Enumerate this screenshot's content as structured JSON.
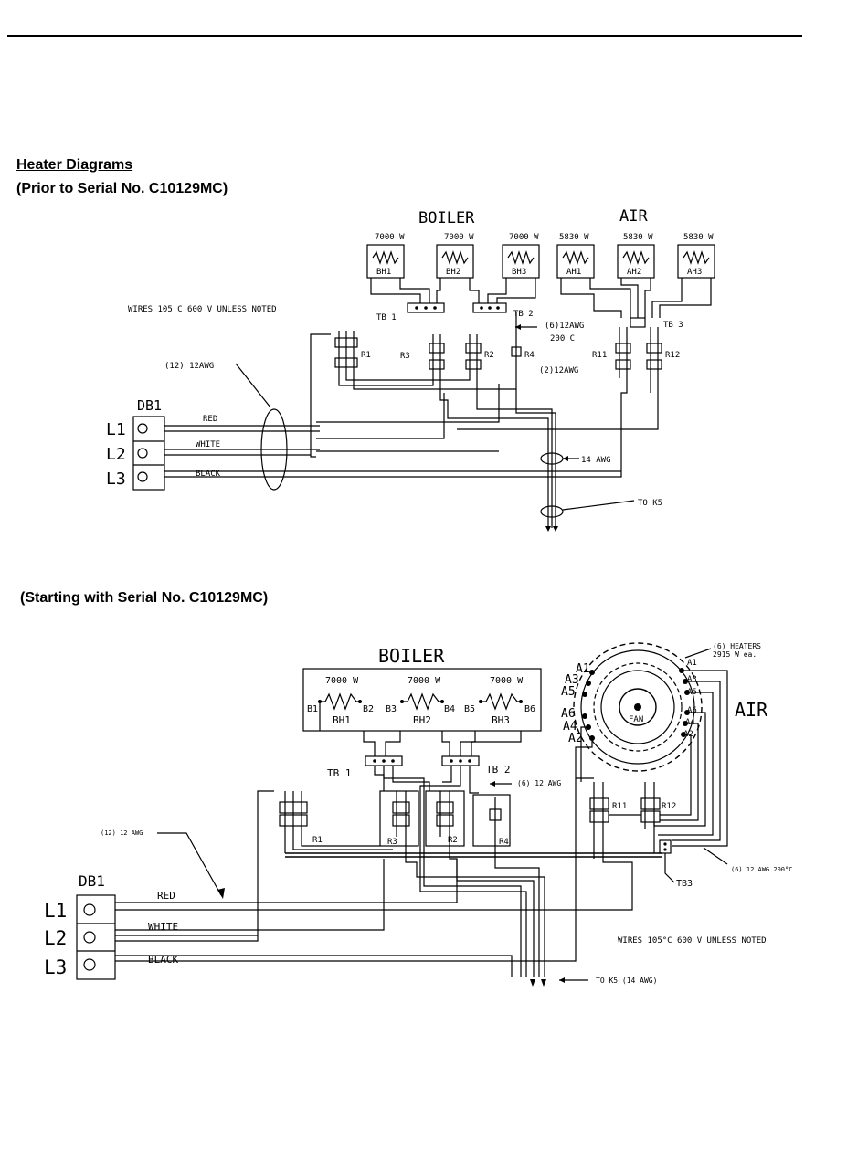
{
  "header": {
    "title": "Heater Diagrams",
    "subtitle_old": "(Prior to Serial No. C10129MC)",
    "subtitle_new": "(Starting with Serial No. C10129MC)"
  },
  "diagram1": {
    "boiler_label": "BOILER",
    "air_label": "AIR",
    "heaters": [
      {
        "name": "BH1",
        "watts": "7000 W"
      },
      {
        "name": "BH2",
        "watts": "7000 W"
      },
      {
        "name": "BH3",
        "watts": "7000 W"
      },
      {
        "name": "AH1",
        "watts": "5830 W"
      },
      {
        "name": "AH2",
        "watts": "5830 W"
      },
      {
        "name": "AH3",
        "watts": "5830 W"
      }
    ],
    "wires_note": "WIRES 105 C 600 V UNLESS NOTED",
    "tb1": "TB 1",
    "tb2": "TB 2",
    "tb3": "TB 3",
    "awg6": "(6)12AWG",
    "awg6_temp": "200 C",
    "awg2": "(2)12AWG",
    "awg12": "(12) 12AWG",
    "awg14": "14 AWG",
    "to_k5": "TO K5",
    "relays": [
      "R1",
      "R3",
      "R2",
      "R4",
      "R11",
      "R12"
    ],
    "db1": "DB1",
    "lines": [
      "L1",
      "L2",
      "L3"
    ],
    "colors": [
      "RED",
      "WHITE",
      "BLACK"
    ]
  },
  "diagram2": {
    "boiler_label": "BOILER",
    "air_label": "AIR",
    "heaters": [
      {
        "name": "BH1",
        "watts": "7000 W",
        "t1": "B1",
        "t2": "B2"
      },
      {
        "name": "BH2",
        "watts": "7000 W",
        "t1": "B3",
        "t2": "B4"
      },
      {
        "name": "BH3",
        "watts": "7000 W",
        "t1": "B5",
        "t2": "B6"
      }
    ],
    "air_heaters_note": "(6) HEATERS",
    "air_heaters_watts": "2915 W ea.",
    "fan": "FAN",
    "air_left_terminals": [
      "A1",
      "A3",
      "A5",
      "A6",
      "A4",
      "A2"
    ],
    "air_right_terminals": [
      "A1",
      "A3",
      "A5",
      "A6",
      "A4",
      "A2"
    ],
    "tb1": "TB 1",
    "tb2": "TB 2",
    "tb3": "TB3",
    "awg6": "(6) 12 AWG",
    "awg6_air": "(6) 12 AWG 200°C",
    "awg12": "(12) 12 AWG",
    "to_k5": "TO K5 (14 AWG)",
    "wires_note": "WIRES 105°C 600 V UNLESS NOTED",
    "relays": [
      "R1",
      "R3",
      "R2",
      "R4",
      "R11",
      "R12"
    ],
    "db1": "DB1",
    "lines": [
      "L1",
      "L2",
      "L3"
    ],
    "colors": [
      "RED",
      "WHITE",
      "BLACK"
    ]
  }
}
